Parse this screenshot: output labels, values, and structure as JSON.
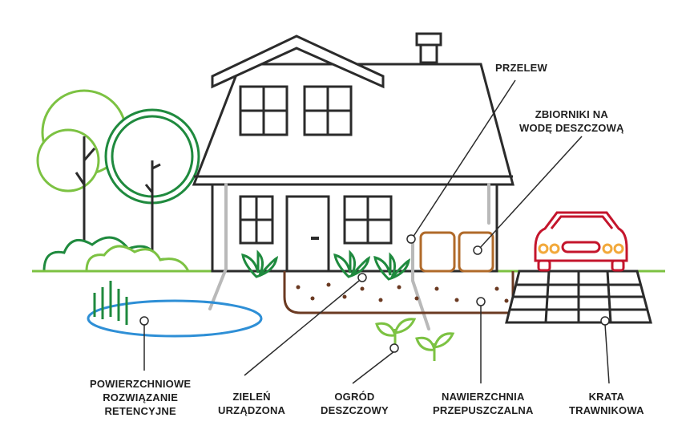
{
  "colors": {
    "outline": "#2b2b2b",
    "green_light": "#7cc242",
    "green_dark": "#1f8a3e",
    "green_mid": "#3aa655",
    "pipe": "#b9b9b9",
    "tank": "#b06a2a",
    "soil": "#6b3a22",
    "water": "#2e8fd6",
    "car": "#c4152c",
    "car_light": "#f2a93b",
    "ground": "#7cc242"
  },
  "labels": {
    "przelew": [
      "PRZELEW"
    ],
    "zbiorniki": [
      "ZBIORNIKI NA",
      "WODĘ DESZCZOWĄ"
    ],
    "powierzchniowe": [
      "POWIERZCHNIOWE",
      "ROZWIĄZANIE",
      "RETENCYJNE"
    ],
    "zielen": [
      "ZIELEŃ",
      "URZĄDZONA"
    ],
    "ogrod": [
      "OGRÓD",
      "DESZCZOWY"
    ],
    "nawierzchnia": [
      "NAWIERZCHNIA",
      "PRZEPUSZCZALNA"
    ],
    "krata": [
      "KRATA",
      "TRAWNIKOWA"
    ]
  },
  "icons": [
    "tree-icon",
    "bush-icon",
    "house-icon",
    "car-icon",
    "plant-icon",
    "sprout-icon",
    "pond-icon",
    "tank-icon",
    "paving-icon"
  ]
}
